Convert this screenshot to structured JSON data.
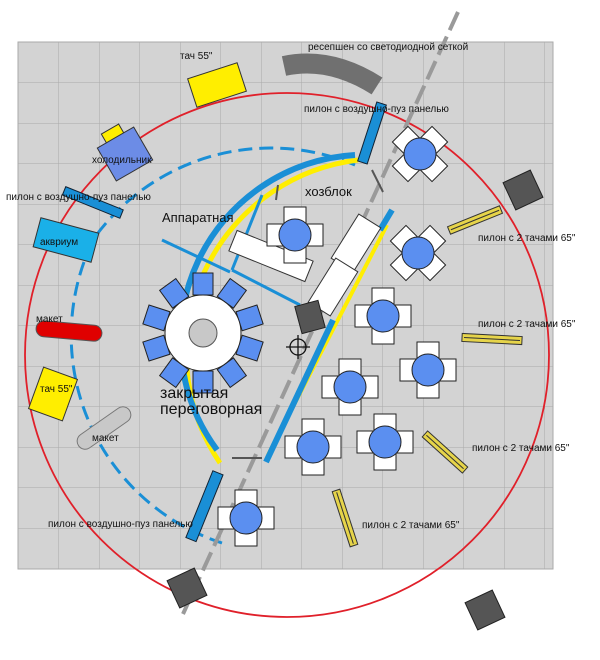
{
  "labels": {
    "reception": "ресепшен со светодиодной сеткой",
    "touch_top": "тач 55\"",
    "touch_left": "тач 55\"",
    "pylon_air_top": "пилон с воздушно-пуз панелью",
    "pylon_air_left": "пилон с воздушно-пуз панелью",
    "pylon_air_bottom": "пилон с воздушно-пуз панелью",
    "fridge": "холодильник",
    "aquarium": "аквриум",
    "hardware_room": "Аппаратная",
    "utility_block": "хозблок",
    "model_red": "макет",
    "model_grey": "макет",
    "meeting_room_line1": "закрытая",
    "meeting_room_line2": "переговорная",
    "pylon_touch_1": "пилон с 2 тачами 65\"",
    "pylon_touch_2": "пилон с 2 тачами 65\"",
    "pylon_touch_3": "пилон с 2 тачами 65\"",
    "pylon_touch_4": "пилон с 2 тачами 65\""
  },
  "colors": {
    "grid_fill": "#d3d3d3",
    "grid_line": "#a9a9a9",
    "boundary_circle": "#e0202a",
    "blue_wall": "#1a8fd6",
    "yellow_wall": "#ffee00",
    "table": "#5b8ff0",
    "chair": "#ffffff",
    "touch_panel": "#ffee00",
    "fridge": "#6c8ce6",
    "aquarium": "#1ab0e8",
    "model_red": "#e00000",
    "model_grey": "#c8c8c8",
    "dark_block": "#555555",
    "axis": "#9a9a9a"
  }
}
